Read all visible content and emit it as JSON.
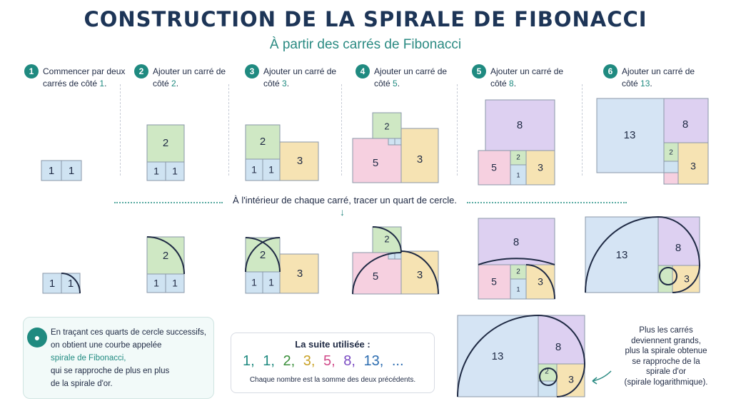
{
  "title": "CONSTRUCTION DE LA SPIRALE DE FIBONACCI",
  "subtitle": "À partir des carrés de Fibonacci",
  "steps": [
    {
      "n": "1",
      "text": "Commencer par deux carrés de côté",
      "num": "1",
      "end": "."
    },
    {
      "n": "2",
      "text": "Ajouter un carré de côté",
      "num": "2",
      "end": "."
    },
    {
      "n": "3",
      "text": "Ajouter un carré de côté",
      "num": "3",
      "end": "."
    },
    {
      "n": "4",
      "text": "Ajouter un carré de côté",
      "num": "5",
      "end": "."
    },
    {
      "n": "5",
      "text": "Ajouter un carré de côté",
      "num": "8",
      "end": "."
    },
    {
      "n": "6",
      "text": "Ajouter un carré de côté",
      "num": "13",
      "end": "."
    }
  ],
  "middle_instruction": "À l'intérieur de chaque carré, tracer un quart de cercle.",
  "explanation": {
    "line1": "En traçant ces quarts de cercle successifs,",
    "line2": "on obtient une courbe appelée",
    "highlight": "spirale de Fibonacci,",
    "line3": "qui se rapproche de plus en plus",
    "line4": "de la spirale d'or."
  },
  "sequence_box": {
    "heading": "La suite utilisée :",
    "values": [
      "1,",
      "1,",
      "2,",
      "3,",
      "5,",
      "8,",
      "13,",
      "..."
    ],
    "footnote": "Chaque nombre est la somme des deux précédents."
  },
  "note": {
    "line1": "Plus les carrés",
    "line2": "deviennent grands,",
    "line3": "plus la spirale obtenue",
    "line4": "se rapproche de la",
    "line5": "spirale d'or",
    "line6": "(spirale logarithmique)."
  },
  "square_labels": [
    "1",
    "1",
    "2",
    "3",
    "5",
    "8",
    "13"
  ],
  "colors": {
    "accent": "#1f8a80",
    "title": "#1d3557",
    "sq1": "#cfe3f2",
    "sq2": "#cfe8c4",
    "sq3": "#f6e3b3",
    "sq5": "#f6d0e0",
    "sq8": "#ddd0f1",
    "sq13": "#d5e4f4",
    "spiral": "#1f2a44"
  },
  "sequence_colors": [
    "#1f8a80",
    "#1f8a80",
    "#3a8f3a",
    "#c9a227",
    "#d04a8a",
    "#7a4bc2",
    "#2b6cb0",
    "#2b6cb0"
  ]
}
